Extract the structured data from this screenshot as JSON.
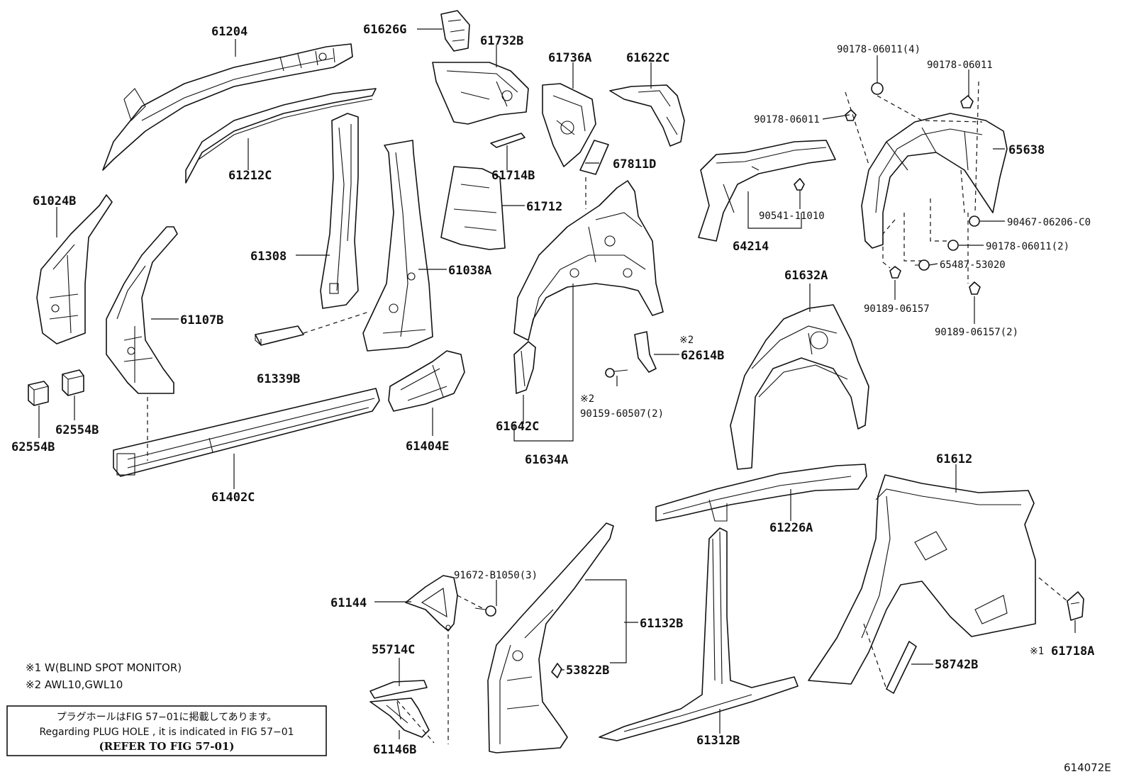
{
  "labels": {
    "p61204": "61204",
    "p61626G": "61626G",
    "p61732B": "61732B",
    "p61736A": "61736A",
    "p61622C": "61622C",
    "p90178_4": "90178-06011(4)",
    "p90178_a": "90178-06011",
    "p90178_b": "90178-06011",
    "p65638": "65638",
    "p61212C": "61212C",
    "p61714B": "61714B",
    "p67811D": "67811D",
    "p61024B": "61024B",
    "p61712": "61712",
    "p90541": "90541-11010",
    "p90467": "90467-06206-C0",
    "p61308": "61308",
    "p61038A": "61038A",
    "p64214": "64214",
    "p90178_2": "90178-06011(2)",
    "p65487": "65487-53020",
    "p61632A": "61632A",
    "p90189": "90189-06157",
    "p90189_2": "90189-06157(2)",
    "p61107B": "61107B",
    "p62614B": "62614B",
    "p61339B": "61339B",
    "p90159": "90159-60507(2)",
    "p62554B_a": "62554B",
    "p62554B_b": "62554B",
    "p61642C": "61642C",
    "p61404E": "61404E",
    "p61634A": "61634A",
    "p61402C": "61402C",
    "p61612": "61612",
    "p61226A": "61226A",
    "p91672": "91672-B1050(3)",
    "p61144": "61144",
    "p61132B": "61132B",
    "p55714C": "55714C",
    "p53822B": "53822B",
    "p58742B": "58742B",
    "p61718A": "61718A",
    "p61146B": "61146B",
    "p61312B": "61312B"
  },
  "marks": {
    "m2_a": "※2",
    "m2_b": "※2",
    "m1": "※1"
  },
  "notes": {
    "n1": "※1 W(BLIND SPOT MONITOR)",
    "n2": "※2 AWL10,GWL10"
  },
  "info_box": {
    "line1": "プラグホールはFIG 57−01に掲載してあります。",
    "line2": "Regarding  PLUG  HOLE , it is indicated in FIG  57−01",
    "line3": "(REFER TO FIG 57-01)"
  },
  "figure_code": "614072E"
}
